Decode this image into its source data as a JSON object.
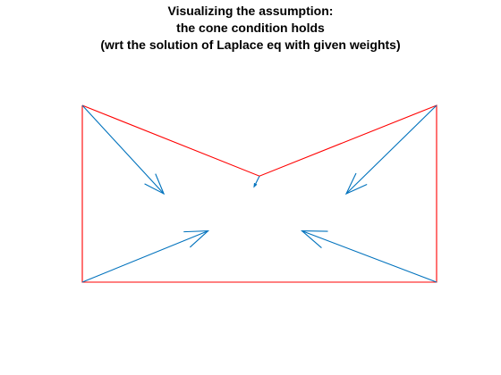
{
  "chart_data": {
    "type": "line",
    "title": [
      "Visualizing the assumption:",
      "the cone condition holds",
      "(wrt the solution of Laplace eq with given weights)"
    ],
    "xlabel": "",
    "ylabel": "",
    "grid": false,
    "axes_visible": false,
    "colors": {
      "polygon": "#ff0000",
      "arrows": "#0072bd"
    },
    "series": [
      {
        "type": "line",
        "points": [
          [
            -1,
            1
          ],
          [
            0,
            0.6
          ],
          [
            1,
            1
          ],
          [
            1,
            0
          ],
          [
            -1,
            0
          ],
          [
            -1,
            1
          ]
        ]
      },
      {
        "type": "quiver",
        "vectors": [
          {
            "start": [
              -1,
              1
            ],
            "end": [
              -0.54,
              0.5
            ]
          },
          {
            "start": [
              1,
              1
            ],
            "end": [
              0.49,
              0.5
            ]
          },
          {
            "start": [
              -1,
              0
            ],
            "end": [
              -0.29,
              0.29
            ]
          },
          {
            "start": [
              1,
              0
            ],
            "end": [
              0.24,
              0.29
            ]
          },
          {
            "start": [
              0,
              0.6
            ],
            "end": [
              -0.03,
              0.54
            ]
          }
        ]
      }
    ]
  }
}
